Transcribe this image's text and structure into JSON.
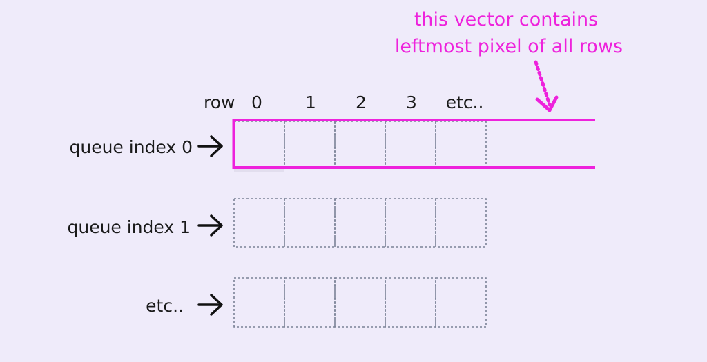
{
  "annotation": {
    "line1": "this vector contains",
    "line2": "leftmost pixel of all rows",
    "color": "#ee22dc"
  },
  "column_header": {
    "row_label": "row",
    "columns": [
      "0",
      "1",
      "2",
      "3",
      "etc.."
    ]
  },
  "queues": [
    {
      "label": "queue index 0",
      "highlighted": true
    },
    {
      "label": "queue index 1",
      "highlighted": false
    },
    {
      "label": "etc..",
      "highlighted": false
    }
  ],
  "colors": {
    "background": "#efebfa",
    "grid_dashed": "#7a8296",
    "text": "#1a1a1a",
    "highlight": "#ee22dc"
  },
  "icons": {
    "queue_pointer": "right-arrow-icon",
    "annotation_pointer": "dotted-arrow-icon"
  }
}
